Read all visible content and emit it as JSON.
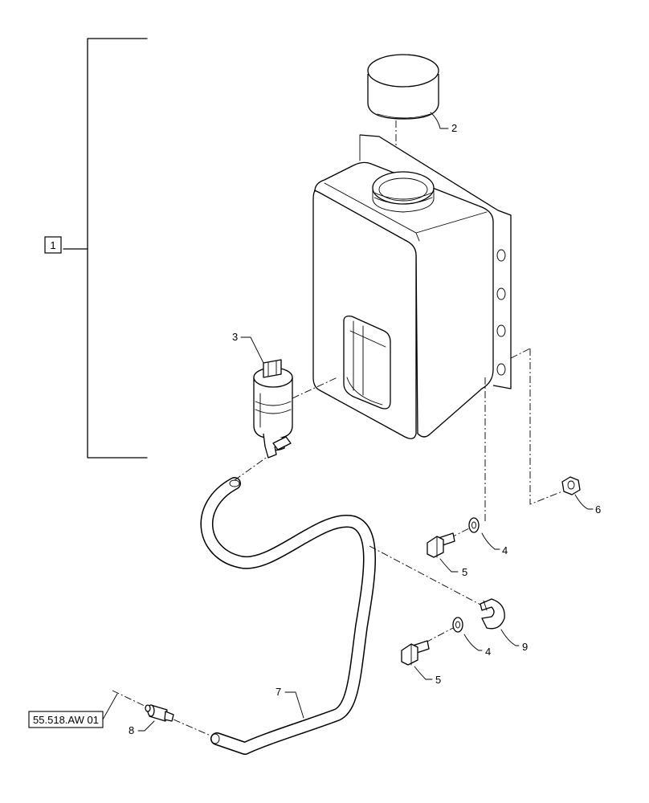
{
  "diagram": {
    "callouts": [
      {
        "id": "c1",
        "text": "1"
      },
      {
        "id": "c2",
        "text": "2"
      },
      {
        "id": "c3",
        "text": "3"
      },
      {
        "id": "c4a",
        "text": "4"
      },
      {
        "id": "c4b",
        "text": "4"
      },
      {
        "id": "c5a",
        "text": "5"
      },
      {
        "id": "c5b",
        "text": "5"
      },
      {
        "id": "c6",
        "text": "6"
      },
      {
        "id": "c7",
        "text": "7"
      },
      {
        "id": "c8",
        "text": "8"
      },
      {
        "id": "c9",
        "text": "9"
      }
    ],
    "reference_box": "55.518.AW 01"
  }
}
